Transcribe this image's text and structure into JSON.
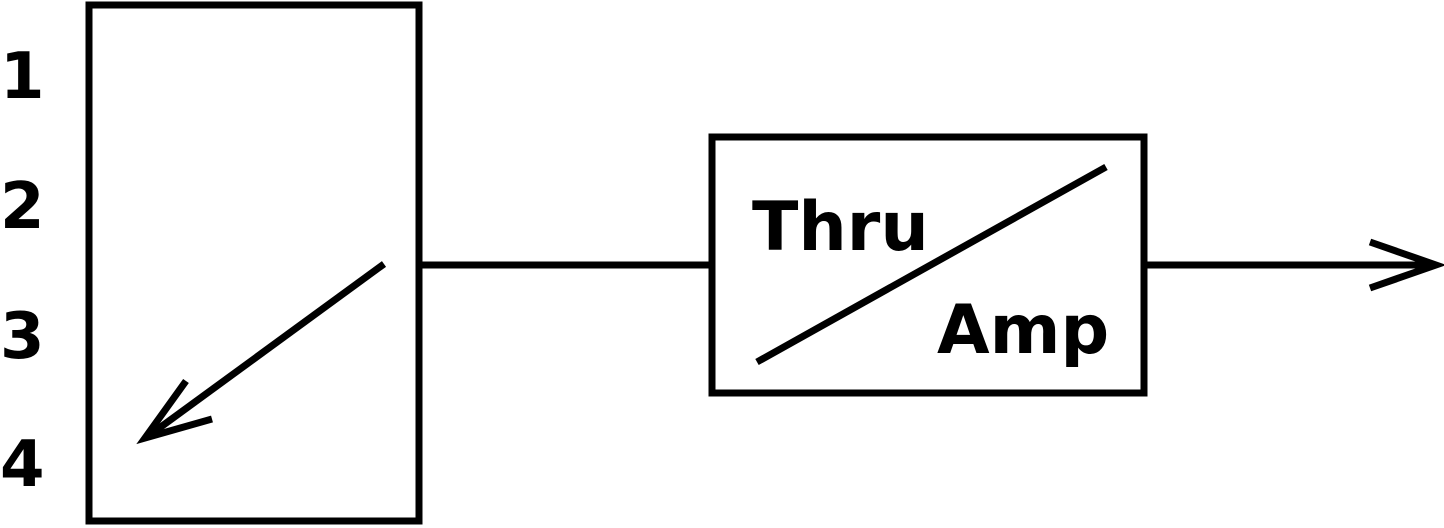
{
  "ports": [
    "1",
    "2",
    "3",
    "4"
  ],
  "switch_box": {
    "icon": "selector-arrow-icon"
  },
  "amp_box": {
    "top_label": "Thru",
    "bottom_label": "Amp",
    "icon": "diagonal-divider"
  },
  "output": {
    "icon": "output-arrow-icon"
  },
  "colors": {
    "stroke": "#000000",
    "background": "#ffffff"
  }
}
